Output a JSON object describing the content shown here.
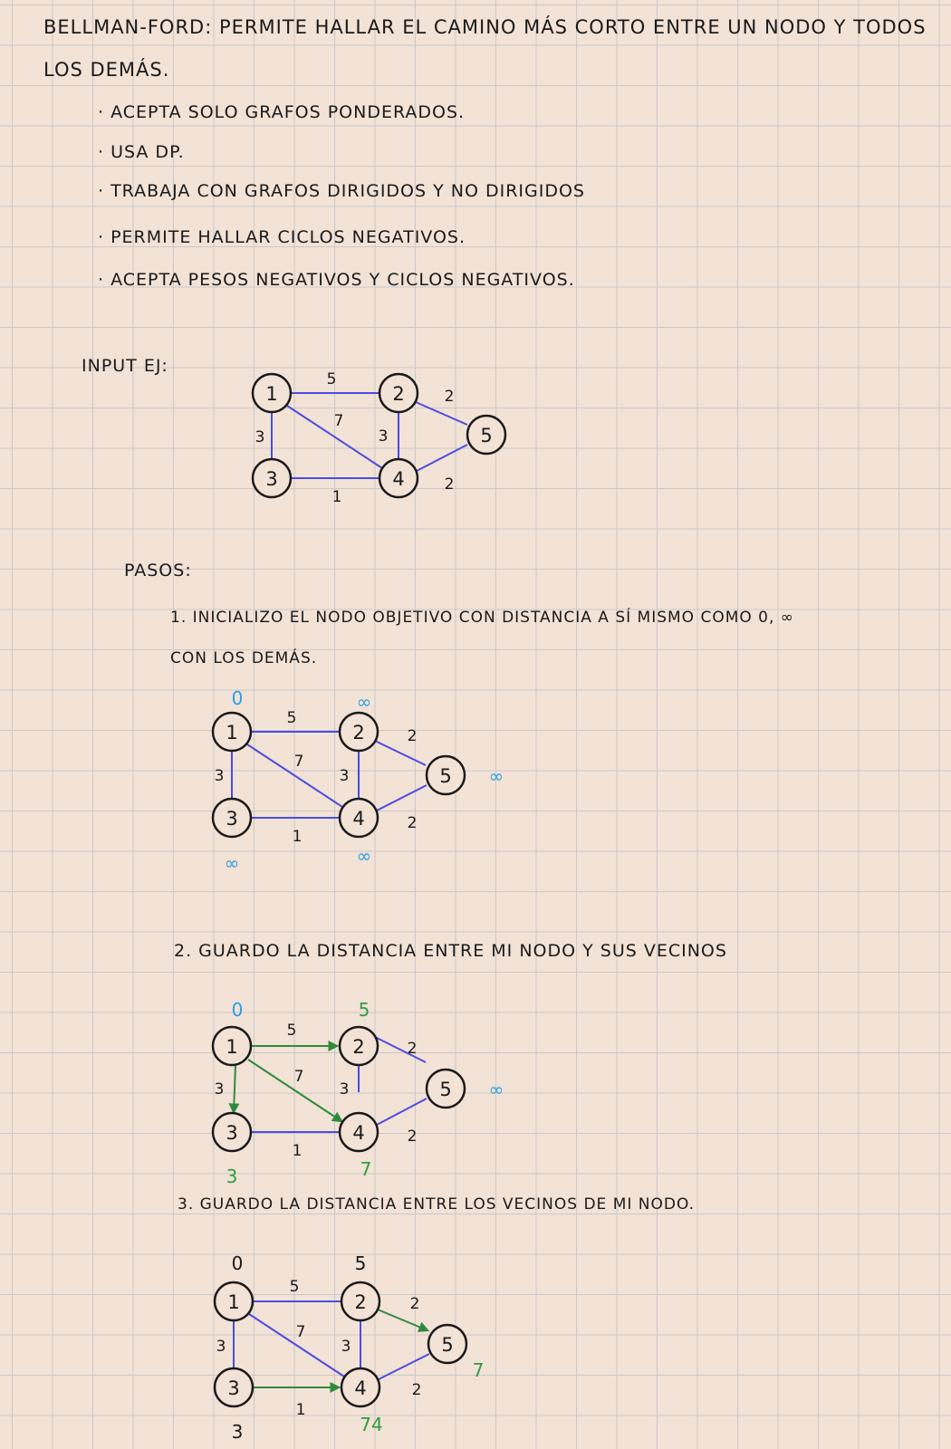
{
  "title_line1": "BELLMAN-FORD: PERMITE HALLAR EL CAMINO MÁS CORTO ENTRE UN NODO Y TODOS",
  "title_line2": "LOS DEMÁS.",
  "bullets": [
    "· ACEPTA SOLO GRAFOS PONDERADOS.",
    "· USA DP.",
    "· TRABAJA CON GRAFOS DIRIGIDOS Y NO DIRIGIDOS",
    "· PERMITE HALLAR CICLOS NEGATIVOS.",
    "· ACEPTA PESOS NEGATIVOS Y CICLOS NEGATIVOS."
  ],
  "input_label": "INPUT EJ:",
  "pasos_label": "PASOS:",
  "steps": [
    {
      "line1": "1. INICIALIZO EL NODO OBJETIVO CON DISTANCIA A SÍ MISMO COMO 0, ∞",
      "line2": "CON LOS DEMÁS."
    },
    {
      "line1": "2. GUARDO LA DISTANCIA ENTRE MI NODO Y SUS VECINOS"
    },
    {
      "line1": "3. GUARDO LA DISTANCIA ENTRE LOS VECINOS DE MI NODO."
    }
  ],
  "colors": {
    "edge": "#4a4de0",
    "highlight_edge": "#2e8b3e",
    "dist_blue": "#2aa0e6",
    "dist_green": "#2e9e3e",
    "ink": "#1a1a1a"
  },
  "graph": {
    "nodes": [
      "1",
      "2",
      "3",
      "4",
      "5"
    ],
    "weights": {
      "1-2": "5",
      "1-3": "3",
      "1-4": "7",
      "2-4": "3",
      "2-5": "2",
      "3-4": "1",
      "4-5": "2"
    }
  },
  "step_distances": [
    {
      "n1": "0",
      "n2": "∞",
      "n3": "∞",
      "n4": "∞",
      "n5": "∞"
    },
    {
      "n1": "0",
      "n2": "5",
      "n3": "3",
      "n4": "7",
      "n5": "∞"
    },
    {
      "n1": "0",
      "n2": "5",
      "n3": "3",
      "n4": "74",
      "n5": "7"
    }
  ]
}
